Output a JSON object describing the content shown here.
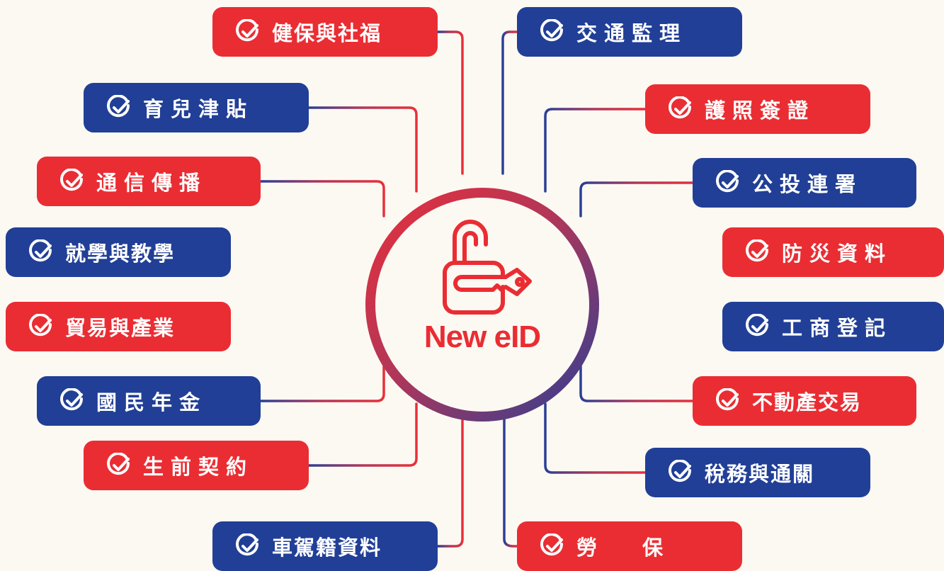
{
  "hub": {
    "title": "New eID",
    "colors": {
      "red": "#ea2d33",
      "blue": "#213f96"
    }
  },
  "left": [
    {
      "label": "健保與社福",
      "color": "red"
    },
    {
      "label": "育兒津貼",
      "color": "blue"
    },
    {
      "label": "通信傳播",
      "color": "red"
    },
    {
      "label": "就學與教學",
      "color": "blue"
    },
    {
      "label": "貿易與產業",
      "color": "red"
    },
    {
      "label": "國民年金",
      "color": "blue"
    },
    {
      "label": "生前契約",
      "color": "red"
    },
    {
      "label": "車駕籍資料",
      "color": "blue"
    }
  ],
  "right": [
    {
      "label": "交通監理",
      "color": "blue"
    },
    {
      "label": "護照簽證",
      "color": "red"
    },
    {
      "label": "公投連署",
      "color": "blue"
    },
    {
      "label": "防災資料",
      "color": "red"
    },
    {
      "label": "工商登記",
      "color": "blue"
    },
    {
      "label": "不動產交易",
      "color": "red"
    },
    {
      "label": "稅務與通關",
      "color": "blue"
    },
    {
      "label": "勞　　保",
      "color": "red"
    }
  ],
  "icons": {
    "item": "check-circle-icon",
    "hub": "padlock-key-icon"
  }
}
